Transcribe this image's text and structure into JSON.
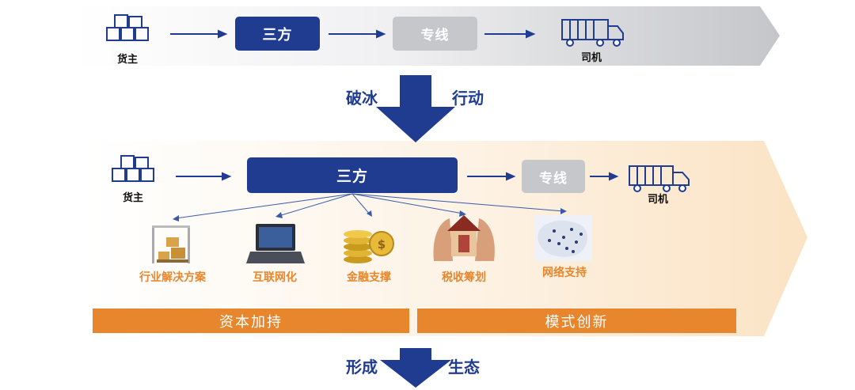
{
  "top_flow": {
    "shipper_label": "货主",
    "third_party_label": "三方",
    "dedicated_line_label": "专线",
    "driver_label": "司机"
  },
  "transition": {
    "left_text": "破冰",
    "right_text": "行动"
  },
  "bottom_flow": {
    "shipper_label": "货主",
    "third_party_label": "三方",
    "dedicated_line_label": "专线",
    "driver_label": "司机",
    "services": [
      {
        "label": "行业解决方案",
        "icon": "warehouse-boxes-icon"
      },
      {
        "label": "互联网化",
        "icon": "laptop-icon"
      },
      {
        "label": "金融支撑",
        "icon": "gold-coins-icon"
      },
      {
        "label": "税收筹划",
        "icon": "tax-house-icon"
      },
      {
        "label": "网络支持",
        "icon": "network-map-icon"
      }
    ]
  },
  "banners": {
    "left": "资本加持",
    "right": "模式创新"
  },
  "footer": {
    "left_text": "形成",
    "right_text": "生态"
  },
  "colors": {
    "primary_blue": "#1f3c91",
    "gray_box": "#c6c7ca",
    "orange": "#e8862e",
    "top_band": "#dcdde0",
    "bottom_band": "#fdf0df"
  }
}
